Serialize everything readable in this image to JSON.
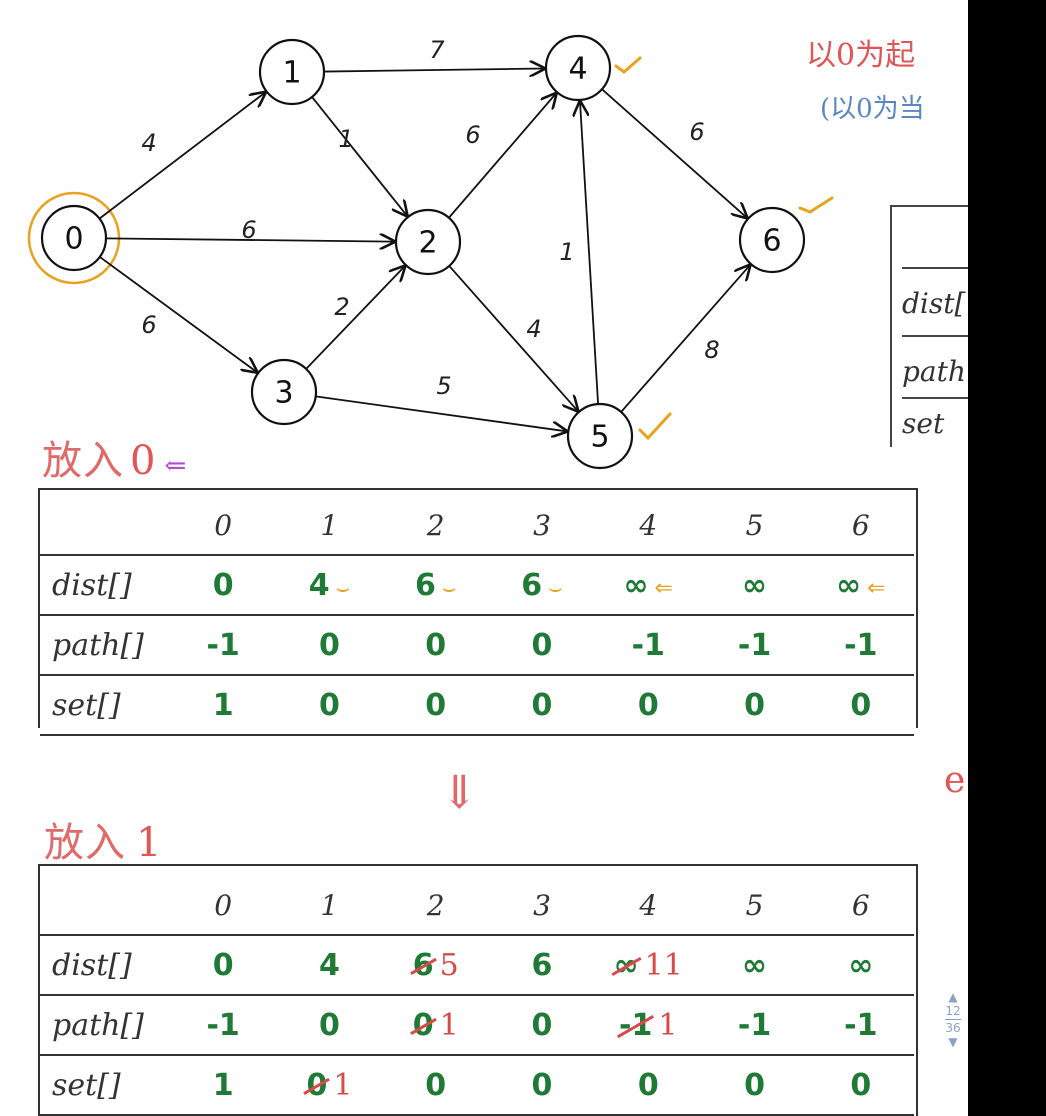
{
  "graph": {
    "nodes": [
      "0",
      "1",
      "2",
      "3",
      "4",
      "5",
      "6"
    ],
    "edges": [
      {
        "from": "0",
        "to": "1",
        "weight": "4"
      },
      {
        "from": "0",
        "to": "2",
        "weight": "6"
      },
      {
        "from": "0",
        "to": "3",
        "weight": "6"
      },
      {
        "from": "1",
        "to": "4",
        "weight": "7"
      },
      {
        "from": "1",
        "to": "2",
        "weight": "1"
      },
      {
        "from": "2",
        "to": "4",
        "weight": "6"
      },
      {
        "from": "2",
        "to": "5",
        "weight": "4"
      },
      {
        "from": "3",
        "to": "2",
        "weight": "2"
      },
      {
        "from": "3",
        "to": "5",
        "weight": "5"
      },
      {
        "from": "4",
        "to": "6",
        "weight": "6"
      },
      {
        "from": "5",
        "to": "4",
        "weight": "1"
      },
      {
        "from": "5",
        "to": "6",
        "weight": "8"
      }
    ]
  },
  "notes": {
    "line1": "以0为起",
    "line2": "(以0为当"
  },
  "step1": {
    "title": "放入",
    "title_node": "0",
    "header": [
      "0",
      "1",
      "2",
      "3",
      "4",
      "5",
      "6"
    ],
    "rows": [
      {
        "label": "dist[]",
        "values": [
          "0",
          "4",
          "6",
          "6",
          "∞",
          "∞",
          "∞"
        ]
      },
      {
        "label": "path[]",
        "values": [
          "-1",
          "0",
          "0",
          "0",
          "-1",
          "-1",
          "-1"
        ]
      },
      {
        "label": "set[]",
        "values": [
          "1",
          "0",
          "0",
          "0",
          "0",
          "0",
          "0"
        ]
      }
    ]
  },
  "down_arrow": "⇓",
  "step2": {
    "title": "放入",
    "title_node": "1",
    "header": [
      "0",
      "1",
      "2",
      "3",
      "4",
      "5",
      "6"
    ],
    "rows": [
      {
        "label": "dist[]",
        "values": [
          "0",
          "4",
          "6",
          "6",
          "∞",
          "∞",
          "∞"
        ],
        "updates": [
          "",
          "",
          "5",
          "",
          "11",
          "",
          ""
        ]
      },
      {
        "label": "path[]",
        "values": [
          "-1",
          "0",
          "0",
          "0",
          "-1",
          "-1",
          "-1"
        ],
        "updates": [
          "",
          "",
          "1",
          "",
          "1",
          "",
          ""
        ]
      },
      {
        "label": "set[]",
        "values": [
          "1",
          "0",
          "0",
          "0",
          "0",
          "0",
          "0"
        ],
        "updates": [
          "",
          "1",
          "",
          "",
          "",
          "",
          ""
        ]
      }
    ]
  },
  "side_table": {
    "labels": [
      "dist[",
      "path",
      "set"
    ]
  },
  "side_mark": "e",
  "page_indicator": {
    "current": "12",
    "total": "36"
  }
}
